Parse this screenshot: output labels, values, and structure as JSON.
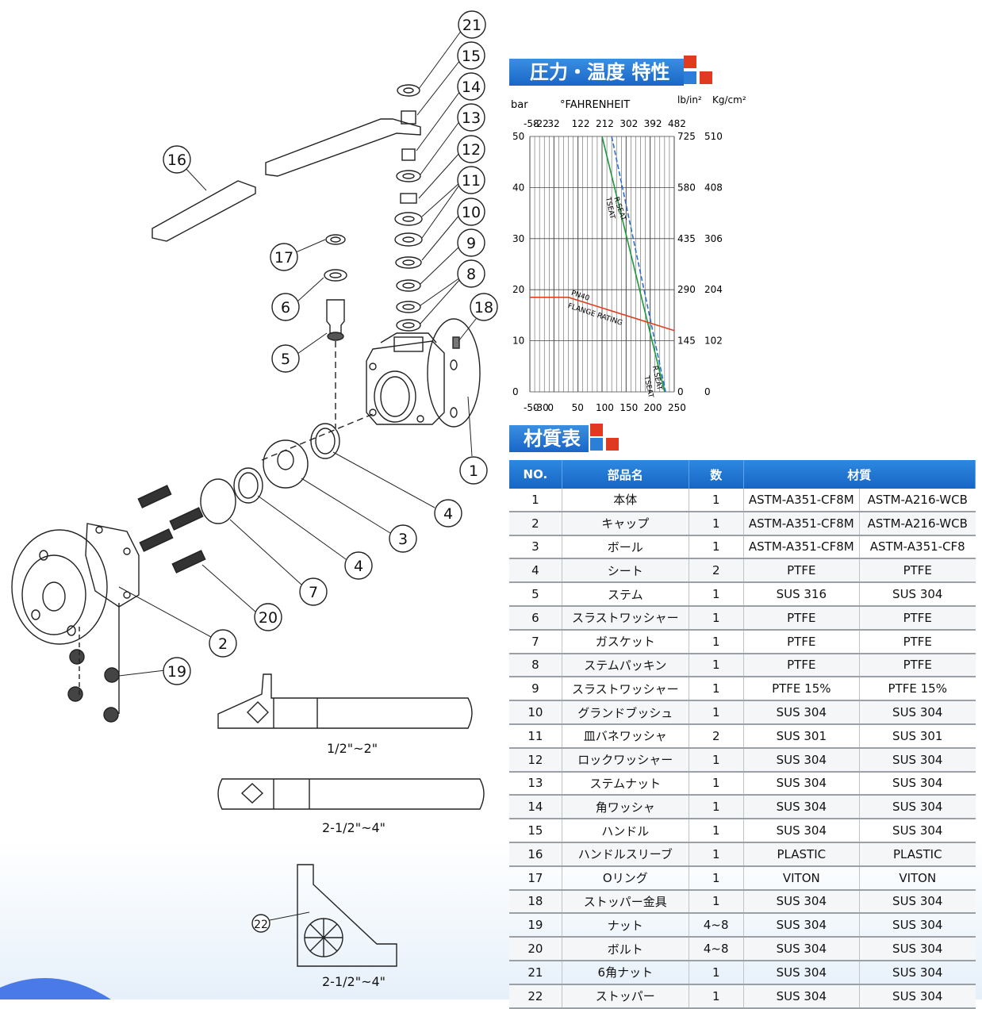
{
  "sections": {
    "pressure_title": "圧力・温度 特性",
    "material_title": "材質表"
  },
  "accent_colors": {
    "blue": "#1a66c8",
    "red": "#e03a20",
    "square_blue": "#2b7fd6"
  },
  "callouts": [
    "21",
    "15",
    "14",
    "13",
    "12",
    "11",
    "10",
    "9",
    "8",
    "18",
    "17",
    "6",
    "5",
    "16",
    "1",
    "4",
    "3",
    "4",
    "7",
    "20",
    "2",
    "19",
    "22"
  ],
  "handle_labels": [
    "1/2\"~2\"",
    "2-1/2\"~4\"",
    "2-1/2\"~4\""
  ],
  "chart_data": {
    "type": "line",
    "left_unit": "bar",
    "top_unit": "°FAHRENHEIT",
    "right_units": [
      "lb/in²",
      "Kg/cm²"
    ],
    "x_ticks_bottom": [
      "-50",
      "-30",
      "0",
      "50",
      "100",
      "150",
      "200",
      "250"
    ],
    "x_ticks_top": [
      "-58",
      "-22",
      "32",
      "122",
      "212",
      "302",
      "392",
      "482"
    ],
    "y_ticks_left": [
      "0",
      "10",
      "20",
      "30",
      "40",
      "50"
    ],
    "y_ticks_right_psi": [
      "0",
      "145",
      "290",
      "435",
      "580",
      "725"
    ],
    "y_ticks_right_kg": [
      "0",
      "102",
      "204",
      "306",
      "408",
      "510"
    ],
    "xlim": [
      -50,
      250
    ],
    "ylim": [
      0,
      50
    ],
    "series": [
      {
        "name": "TSEAT",
        "color": "#1a9a3a",
        "x": [
          100,
          230
        ],
        "y": [
          50,
          0
        ]
      },
      {
        "name": "R.SEAT",
        "color": "#2a6fd0",
        "x": [
          120,
          232
        ],
        "y": [
          50,
          0
        ]
      },
      {
        "name": "PN40 FLANGE RATING",
        "color": "#e04020",
        "x": [
          -50,
          30,
          250
        ],
        "y": [
          18.5,
          18.5,
          12
        ]
      }
    ],
    "annotations": [
      "TSEAT",
      "R.SEAT",
      "PN40",
      "FLANGE RATING",
      "R.SEAT",
      "TSEAT"
    ]
  },
  "table": {
    "headers": [
      "NO.",
      "部品名",
      "数",
      "材質"
    ],
    "rows": [
      [
        "1",
        "本体",
        "1",
        "ASTM-A351-CF8M",
        "ASTM-A216-WCB"
      ],
      [
        "2",
        "キャップ",
        "1",
        "ASTM-A351-CF8M",
        "ASTM-A216-WCB"
      ],
      [
        "3",
        "ボール",
        "1",
        "ASTM-A351-CF8M",
        "ASTM-A351-CF8"
      ],
      [
        "4",
        "シート",
        "2",
        "PTFE",
        "PTFE"
      ],
      [
        "5",
        "ステム",
        "1",
        "SUS 316",
        "SUS 304"
      ],
      [
        "6",
        "スラストワッシャー",
        "1",
        "PTFE",
        "PTFE"
      ],
      [
        "7",
        "ガスケット",
        "1",
        "PTFE",
        "PTFE"
      ],
      [
        "8",
        "ステムパッキン",
        "1",
        "PTFE",
        "PTFE"
      ],
      [
        "9",
        "スラストワッシャー",
        "1",
        "PTFE 15%",
        "PTFE 15%"
      ],
      [
        "10",
        "グランドブッシュ",
        "1",
        "SUS 304",
        "SUS 304"
      ],
      [
        "11",
        "皿バネワッシャ",
        "2",
        "SUS 301",
        "SUS 301"
      ],
      [
        "12",
        "ロックワッシャー",
        "1",
        "SUS 304",
        "SUS 304"
      ],
      [
        "13",
        "ステムナット",
        "1",
        "SUS 304",
        "SUS 304"
      ],
      [
        "14",
        "角ワッシャ",
        "1",
        "SUS 304",
        "SUS 304"
      ],
      [
        "15",
        "ハンドル",
        "1",
        "SUS 304",
        "SUS 304"
      ],
      [
        "16",
        "ハンドルスリーブ",
        "1",
        "PLASTIC",
        "PLASTIC"
      ],
      [
        "17",
        "Oリング",
        "1",
        "VITON",
        "VITON"
      ],
      [
        "18",
        "ストッパー金具",
        "1",
        "SUS 304",
        "SUS 304"
      ],
      [
        "19",
        "ナット",
        "4~8",
        "SUS 304",
        "SUS 304"
      ],
      [
        "20",
        "ボルト",
        "4~8",
        "SUS 304",
        "SUS 304"
      ],
      [
        "21",
        "6角ナット",
        "1",
        "SUS 304",
        "SUS 304"
      ],
      [
        "22",
        "ストッパー",
        "1",
        "SUS 304",
        "SUS 304"
      ]
    ]
  }
}
